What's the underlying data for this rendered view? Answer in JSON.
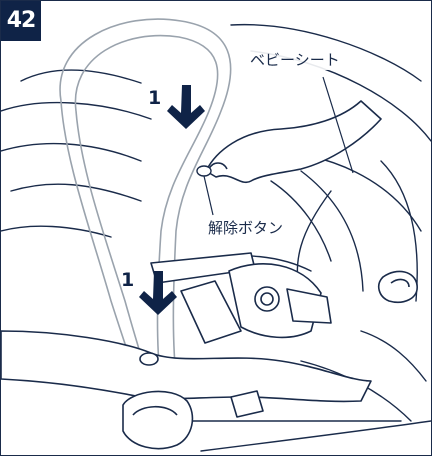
{
  "figure": {
    "step_number": "42",
    "labels": {
      "baby_seat": "ベビーシート",
      "release_button": "解除ボタン"
    },
    "arrows": [
      {
        "number": "1",
        "direction": "down"
      },
      {
        "number": "1",
        "direction": "down"
      }
    ],
    "colors": {
      "badge_bg": "#0f2347",
      "line": "#1a2b4a",
      "handle_outline": "#9aa3ad"
    }
  }
}
